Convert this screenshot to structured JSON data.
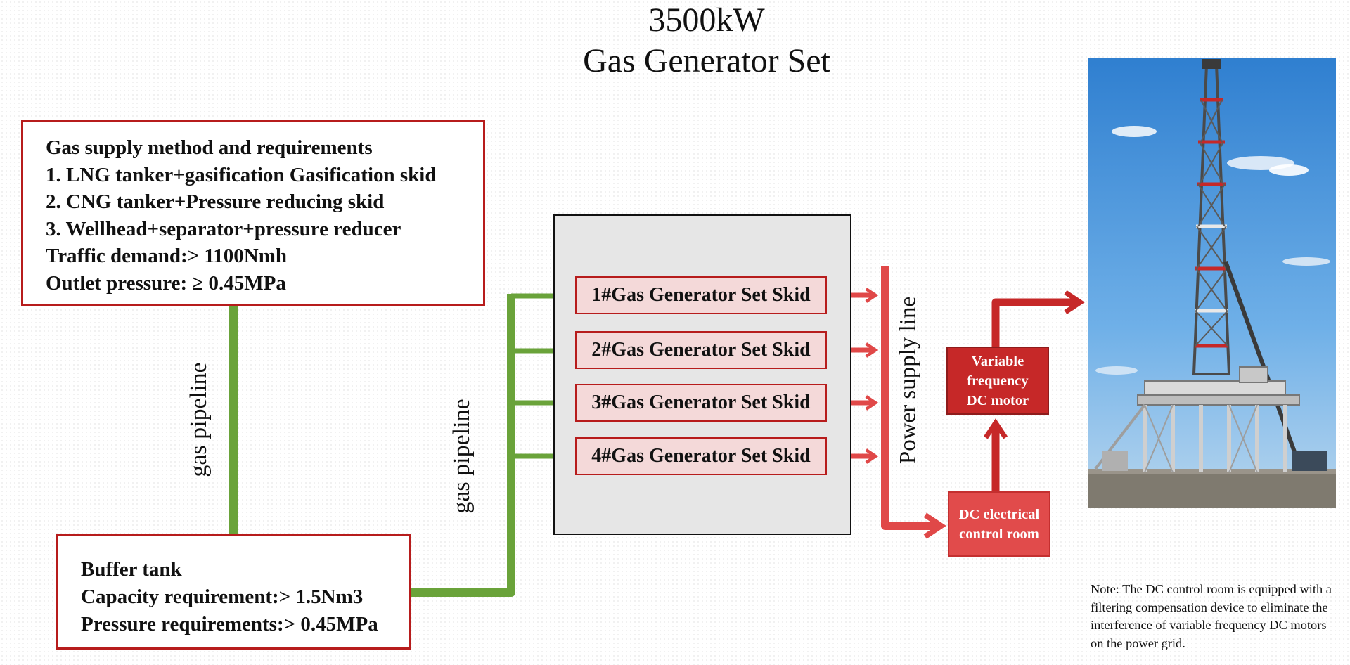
{
  "title": {
    "line1": "3500kW",
    "line2": "Gas Generator Set"
  },
  "gas_supply_box": {
    "heading": "Gas supply method and requirements",
    "items": [
      "1. LNG tanker+gasification Gasification skid",
      "2. CNG tanker+Pressure reducing skid",
      "3. Wellhead+separator+pressure reducer"
    ],
    "traffic_demand": "Traffic demand:> 1100Nmh",
    "outlet_pressure": "Outlet pressure: ≥ 0.45MPa"
  },
  "buffer_tank_box": {
    "heading": "Buffer tank",
    "capacity": "Capacity requirement:> 1.5Nm3",
    "pressure": "Pressure requirements:> 0.45MPa"
  },
  "pipeline_labels": {
    "vertical": "gas pipeline",
    "branch": "gas pipeline"
  },
  "generator_skids": [
    "1#Gas Generator Set Skid",
    "2#Gas Generator Set Skid",
    "3#Gas Generator Set Skid",
    "4#Gas Generator Set Skid"
  ],
  "power_supply_line_label": "Power supply line",
  "variable_frequency_motor": "Variable frequency DC motor",
  "dc_control_room": "DC electrical control room",
  "note": "Note: The DC control room is equipped with a filtering compensation device to eliminate the interference of variable frequency DC motors on the power grid.",
  "colors": {
    "gas_pipeline": "#6aa33a",
    "power_line": "#e04848",
    "box_border": "#b71c1c",
    "vfd_fill": "#c62828",
    "dc_room_fill": "#e14b4b",
    "panel_fill": "#e6e6e6"
  }
}
